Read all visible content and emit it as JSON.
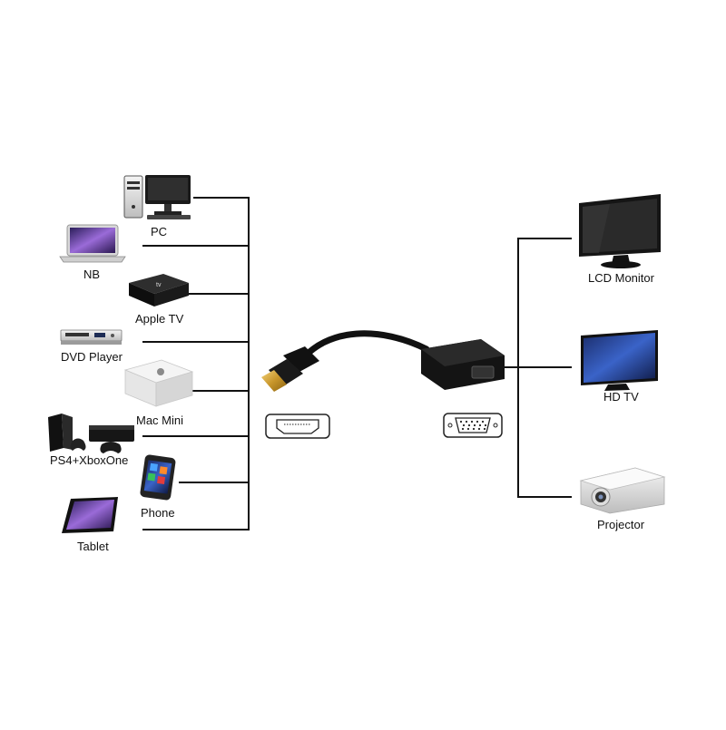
{
  "sources": [
    {
      "id": "pc",
      "label": "PC",
      "icon": "desktop-pc-icon"
    },
    {
      "id": "nb",
      "label": "NB",
      "icon": "laptop-icon"
    },
    {
      "id": "apple-tv",
      "label": "Apple TV",
      "icon": "apple-tv-box-icon"
    },
    {
      "id": "dvd-player",
      "label": "DVD Player",
      "icon": "dvd-player-icon"
    },
    {
      "id": "mac-mini",
      "label": "Mac Mini",
      "icon": "mac-mini-icon"
    },
    {
      "id": "consoles",
      "label": "PS4+XboxOne",
      "icon": "game-console-icon"
    },
    {
      "id": "phone",
      "label": "Phone",
      "icon": "smartphone-icon"
    },
    {
      "id": "tablet",
      "label": "Tablet",
      "icon": "tablet-icon"
    }
  ],
  "adapter": {
    "input_port": "hdmi-port-icon",
    "output_port": "vga-port-icon"
  },
  "outputs": [
    {
      "id": "lcd-monitor",
      "label": "LCD Monitor",
      "icon": "lcd-monitor-icon"
    },
    {
      "id": "hd-tv",
      "label": "HD TV",
      "icon": "hd-tv-icon"
    },
    {
      "id": "projector",
      "label": "Projector",
      "icon": "projector-icon"
    }
  ]
}
